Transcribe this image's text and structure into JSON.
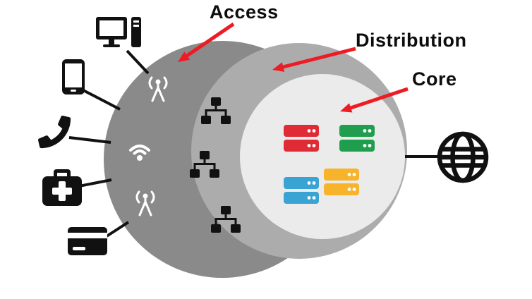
{
  "diagram": {
    "type": "network-architecture-layers",
    "labels": {
      "access": "Access",
      "distribution": "Distribution",
      "core": "Core"
    },
    "colors": {
      "ring_access": "#8a8a8a",
      "ring_distribution": "#acacac",
      "circle_core": "#ebebeb",
      "arrow_red": "#ed1c24",
      "icon_black": "#111111",
      "icon_white": "#ffffff",
      "server_red": "#e02b36",
      "server_green": "#1f9e4d",
      "server_blue": "#39a3d4",
      "server_yellow": "#f7b32a"
    },
    "icons": {
      "edge_devices": [
        "desktop-computer",
        "smartphone",
        "phone-handset",
        "first-aid-kit",
        "credit-card"
      ],
      "access_layer": [
        "cell-tower-antenna",
        "wifi",
        "cell-tower-antenna"
      ],
      "distribution_layer": [
        "network-switch",
        "network-switch",
        "network-switch"
      ],
      "core_layer": [
        "server-stack-red",
        "server-stack-green",
        "server-stack-blue",
        "server-stack-yellow"
      ],
      "internet": [
        "globe"
      ]
    }
  }
}
